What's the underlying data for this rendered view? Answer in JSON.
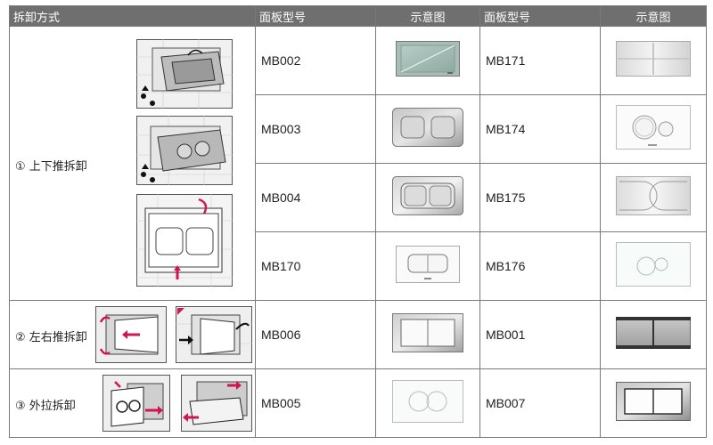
{
  "headers": {
    "method": "拆卸方式",
    "model_a": "面板型号",
    "pic_a": "示意图",
    "model_b": "面板型号",
    "pic_b": "示意图"
  },
  "methods": [
    {
      "label": "① 上下推拆卸"
    },
    {
      "label": "② 左右推拆卸"
    },
    {
      "label": "③ 外拉拆卸"
    }
  ],
  "rows": [
    {
      "model_a": "MB002",
      "model_b": "MB171"
    },
    {
      "model_a": "MB003",
      "model_b": "MB174"
    },
    {
      "model_a": "MB004",
      "model_b": "MB175"
    },
    {
      "model_a": "MB170",
      "model_b": "MB176"
    },
    {
      "model_a": "MB006",
      "model_b": "MB001"
    },
    {
      "model_a": "MB005",
      "model_b": "MB007"
    }
  ],
  "colors": {
    "header_bg": "#6f6f6f",
    "border": "#7a7a7a",
    "arrow_accent": "#d01455"
  }
}
